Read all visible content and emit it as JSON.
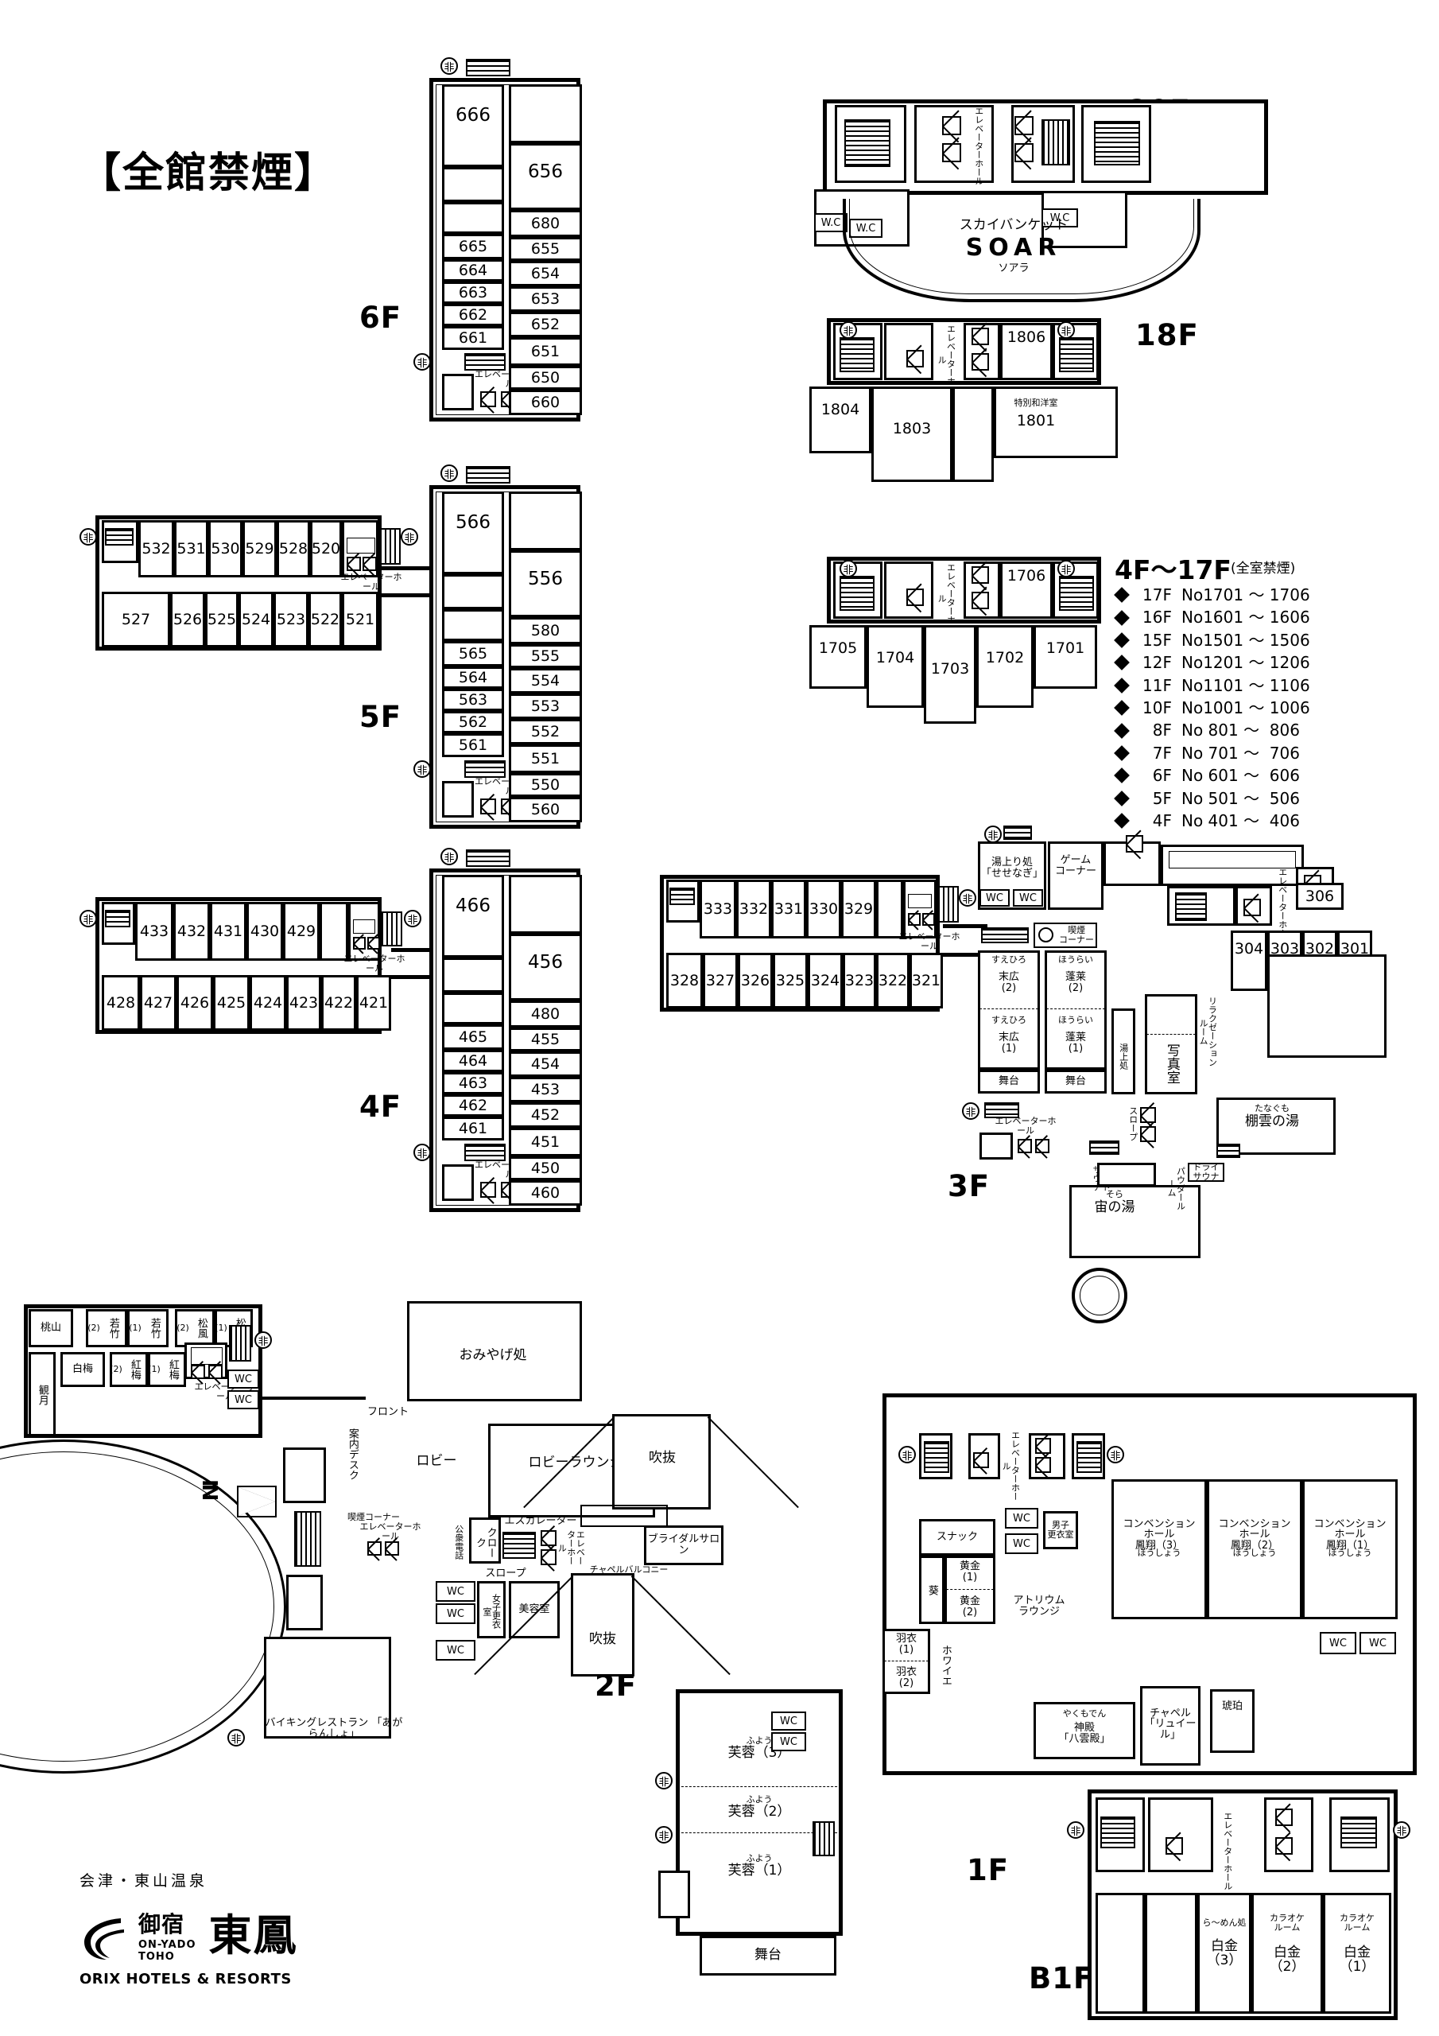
{
  "title": "【全館禁煙】",
  "floors": {
    "f20": {
      "label": "20F",
      "rooms": [
        {
          "name": "スカイバンケット"
        },
        {
          "name": "SOAR"
        },
        {
          "name": "ソアラ"
        }
      ],
      "elevator_hall": "エレベーターホール",
      "wc": "W.C"
    },
    "f18": {
      "label": "18F",
      "rooms": [
        "1804",
        "1803",
        "1801",
        "1806"
      ],
      "special_room_note": "特別和洋室",
      "elevator_hall": "エレベーターホール"
    },
    "f4_17": {
      "label": "4F～17F",
      "note": "(全室禁煙)",
      "rooms": [
        "1705",
        "1704",
        "1703",
        "1702",
        "1701",
        "1706"
      ],
      "elevator_hall": "エレベーターホール",
      "list": [
        {
          "floor": "17F",
          "range": "No1701 ～ 1706"
        },
        {
          "floor": "16F",
          "range": "No1601 ～ 1606"
        },
        {
          "floor": "15F",
          "range": "No1501 ～ 1506"
        },
        {
          "floor": "12F",
          "range": "No1201 ～ 1206"
        },
        {
          "floor": "11F",
          "range": "No1101 ～ 1106"
        },
        {
          "floor": "10F",
          "range": "No1001 ～ 1006"
        },
        {
          "floor": "8F",
          "range": "No 801 ～  806"
        },
        {
          "floor": "7F",
          "range": "No 701 ～  706"
        },
        {
          "floor": "6F",
          "range": "No 601 ～  606"
        },
        {
          "floor": "5F",
          "range": "No 501 ～  506"
        },
        {
          "floor": "4F",
          "range": "No 401 ～  406"
        }
      ]
    },
    "f6": {
      "label": "6F",
      "west_col": [
        "666",
        "665",
        "664",
        "663",
        "662",
        "661"
      ],
      "east_col": [
        "656",
        "680",
        "655",
        "654",
        "653",
        "652",
        "651",
        "650",
        "660"
      ],
      "elevator_hall": "エレベーターホール"
    },
    "f5": {
      "label": "5F",
      "north_row": [
        "532",
        "531",
        "530",
        "529",
        "528",
        "520"
      ],
      "south_row": [
        "527",
        "526",
        "525",
        "524",
        "523",
        "522",
        "521"
      ],
      "west_col": [
        "566",
        "565",
        "564",
        "563",
        "562",
        "561"
      ],
      "east_col": [
        "556",
        "580",
        "555",
        "554",
        "553",
        "552",
        "551",
        "550",
        "560"
      ],
      "elevator_hall": "エレベーターホール"
    },
    "f4": {
      "label": "4F",
      "north_row": [
        "433",
        "432",
        "431",
        "430",
        "429"
      ],
      "south_row": [
        "428",
        "427",
        "426",
        "425",
        "424",
        "423",
        "422",
        "421"
      ],
      "west_col": [
        "466",
        "465",
        "464",
        "463",
        "462",
        "461"
      ],
      "east_col": [
        "456",
        "480",
        "455",
        "454",
        "453",
        "452",
        "451",
        "450",
        "460"
      ],
      "elevator_hall": "エレベーターホール"
    },
    "f3": {
      "label": "3F",
      "north_row": [
        "333",
        "332",
        "331",
        "330",
        "329"
      ],
      "south_row": [
        "328",
        "327",
        "326",
        "325",
        "324",
        "323",
        "322",
        "321"
      ],
      "east_rooms": [
        "306",
        "304",
        "303",
        "302",
        "301"
      ],
      "elevator_hall": "エレベーターホール",
      "areas": [
        {
          "name": "湯上り処\n「せせなぎ」"
        },
        {
          "name": "ゲーム\nコーナー"
        },
        {
          "name": "喫煙\nコーナー"
        },
        {
          "name": "末広\n(2)",
          "ruby": "すえひろ"
        },
        {
          "name": "末広\n(1)",
          "ruby": "すえひろ"
        },
        {
          "name": "蓬莱\n(2)",
          "ruby": "ほうらい"
        },
        {
          "name": "蓬莱\n(1)",
          "ruby": "ほうらい"
        },
        {
          "name": "舞台"
        },
        {
          "name": "湯上処"
        },
        {
          "name": "写真室"
        },
        {
          "name": "リラクゼーションルーム"
        },
        {
          "name": "スロープ"
        },
        {
          "name": "棚雲の湯",
          "ruby": "たなぐも"
        },
        {
          "name": "宙の湯",
          "ruby": "そら"
        },
        {
          "name": "ドライ\nサウナ"
        },
        {
          "name": "ミスト\nサウナ"
        },
        {
          "name": "パウダールーム"
        }
      ],
      "wc": "WC"
    },
    "f2": {
      "label": "2F",
      "banquet_rooms": [
        "桃山",
        "若竹",
        "松風",
        "観月",
        "白梅",
        "紅梅"
      ],
      "room_nums": [
        "(2)",
        "(1)",
        "(2)",
        "(1)",
        "(2)",
        "(1)"
      ],
      "areas": [
        {
          "name": "エレベーターホール"
        },
        {
          "name": "フロント"
        },
        {
          "name": "案内デスク"
        },
        {
          "name": "おみやげ処"
        },
        {
          "name": "ロビー"
        },
        {
          "name": "ロビーラウンジ"
        },
        {
          "name": "吹抜"
        },
        {
          "name": "エスカレーター"
        },
        {
          "name": "ブライダルサロン"
        },
        {
          "name": "チャペルバルコニー"
        },
        {
          "name": "クローク"
        },
        {
          "name": "公衆電話"
        },
        {
          "name": "スロープ"
        },
        {
          "name": "美容室"
        },
        {
          "name": "女子更衣室"
        },
        {
          "name": "喫煙コーナー"
        },
        {
          "name": "バイキングレストラン\n「あがらんしょ」"
        },
        {
          "name": "IN"
        }
      ],
      "wc": "WC"
    },
    "f1": {
      "label": "1F",
      "areas": [
        {
          "name": "スナック"
        },
        {
          "name": "葵"
        },
        {
          "name": "黄金\n(1)"
        },
        {
          "name": "黄金\n(2)"
        },
        {
          "name": "羽衣\n(1)"
        },
        {
          "name": "羽衣\n(2)"
        },
        {
          "name": "アトリウム\nラウンジ"
        },
        {
          "name": "ホワイエ"
        },
        {
          "name": "男子\n更衣室"
        },
        {
          "name": "コンベンション\nホール\n鳳翔（3）",
          "ruby": "ほうしょう"
        },
        {
          "name": "コンベンション\nホール\n鳳翔（2）",
          "ruby": "ほうしょう"
        },
        {
          "name": "コンベンション\nホール\n鳳翔（1）",
          "ruby": "ほうしょう"
        },
        {
          "name": "琥珀"
        },
        {
          "name": "神殿\n「八雲殿」",
          "ruby": "やくもでん"
        },
        {
          "name": "チャペル\n「リュイール」"
        },
        {
          "name": "芙蓉（3）",
          "ruby": "ふよう"
        },
        {
          "name": "芙蓉（2）",
          "ruby": "ふよう"
        },
        {
          "name": "芙蓉（1）",
          "ruby": "ふよう"
        },
        {
          "name": "舞台"
        }
      ],
      "elevator_hall": "エレベーターホール",
      "wc": "WC"
    },
    "b1": {
      "label": "B1F",
      "elevator_hall": "エレベーターホール",
      "areas": [
        {
          "name": "ら～めん処\n白金\n（3）"
        },
        {
          "name": "カラオケ\nルーム\n白金\n（2）"
        },
        {
          "name": "カラオケ\nルーム\n白金\n（1）"
        }
      ]
    }
  },
  "logo": {
    "top": "会津・東山温泉",
    "kanji_small": "御宿",
    "kanji_big": "東鳳",
    "romaji1": "ON-YADO",
    "romaji2": "TOHO",
    "bottom": "ORIX HOTELS & RESORTS"
  },
  "icons": {
    "emergency": "非",
    "wc": "WC",
    "wc_dot": "W.C"
  }
}
